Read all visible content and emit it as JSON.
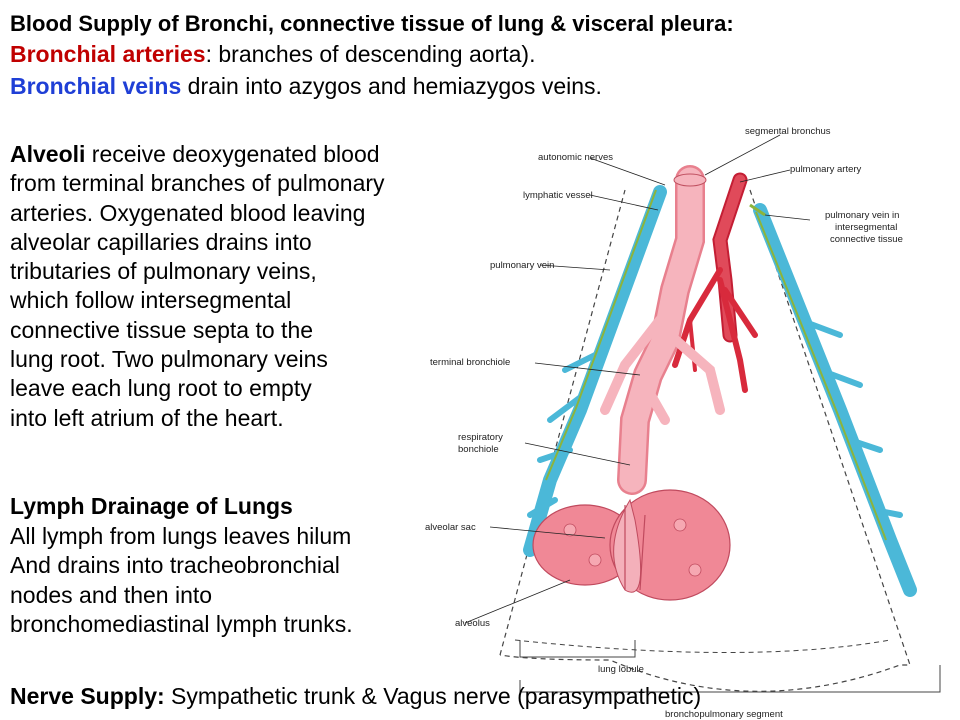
{
  "header": {
    "title": "Blood Supply of Bronchi, connective tissue of lung & visceral pleura:",
    "bronchial_arteries_term": "Bronchial arteries",
    "bronchial_arteries_rest": ": branches of descending aorta).",
    "bronchial_veins_term": "Bronchial veins",
    "bronchial_veins_rest": " drain into azygos and hemiazygos veins."
  },
  "alveoli": {
    "term": "Alveoli",
    "lines": [
      " receive deoxygenated blood",
      "from terminal branches of pulmonary",
      "arteries. Oxygenated blood leaving",
      "alveolar capillaries drains into",
      "tributaries of pulmonary veins,",
      "which follow intersegmental",
      "connective tissue septa to the",
      "lung root. Two pulmonary veins",
      "leave each lung root to empty",
      "into left atrium of the heart."
    ]
  },
  "lymph": {
    "heading": "Lymph Drainage of Lungs",
    "lines": [
      "All lymph from lungs leaves hilum",
      "And drains into tracheobronchial",
      "nodes and then into",
      "bronchomediastinal lymph trunks."
    ]
  },
  "nerve": {
    "term": "Nerve Supply:",
    "rest": " Sympathetic trunk & Vagus nerve (parasympathetic)"
  },
  "diagram": {
    "labels": {
      "segmental_bronchus": "segmental bronchus",
      "autonomic_nerves": "autonomic nerves",
      "pulmonary_artery": "pulmonary artery",
      "lymphatic_vessel": "lymphatic vessel",
      "pulmonary_vein_inter_1": "pulmonary vein in",
      "pulmonary_vein_inter_2": "intersegmental",
      "pulmonary_vein_inter_3": "connective tissue",
      "pulmonary_vein": "pulmonary vein",
      "terminal_bronchiole": "terminal bronchiole",
      "respiratory_bronchiole_1": "respiratory",
      "respiratory_bronchiole_2": "bonchiole",
      "alveolar_sac": "alveolar sac",
      "alveolus": "alveolus",
      "lung_lobule": "lung lobule",
      "bronchopulmonary_segment": "bronchopulmonary segment"
    },
    "colors": {
      "vein": "#4bb8d8",
      "artery": "#d82a3c",
      "bronchus": "#f4a3ad",
      "alveoli": "#f08896",
      "nerve": "#8cb43c"
    }
  }
}
